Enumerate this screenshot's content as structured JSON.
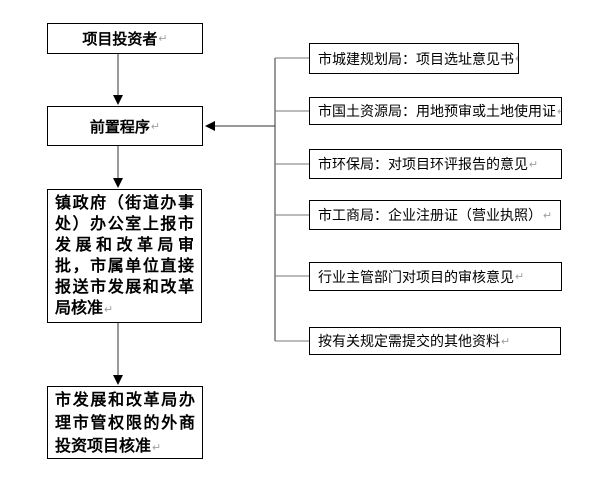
{
  "diagram": {
    "title_none": "",
    "glyphs": {
      "return_mark": "↵"
    },
    "colors": {
      "background": "#ffffff",
      "node_border": "#000000",
      "node_text": "#000000",
      "flow_line": "#333333",
      "stub_line": "#777777",
      "return_mark": "#a0a0a0"
    },
    "left_nodes": [
      {
        "id": "project-investor",
        "text": "项目投资者"
      },
      {
        "id": "pre-procedure",
        "text": "前置程序"
      },
      {
        "id": "town-government-report",
        "text": "镇政府（街道办事处）办公室上报市发展和改革局审批，市属单位直接报送市发展和改革局核准"
      },
      {
        "id": "city-drb-approval",
        "text": "市发展和改革局办理市管权限的外商投资项目核准"
      }
    ],
    "right_nodes": [
      {
        "id": "planning-bureau",
        "text": "市城建规划局：项目选址意见书"
      },
      {
        "id": "land-resources-bureau",
        "text": "市国土资源局：用地预审或土地使用证"
      },
      {
        "id": "environmental-bureau",
        "text": "市环保局：对项目环评报告的意见"
      },
      {
        "id": "industry-commerce-bureau",
        "text": "市工商局：企业注册证（营业执照）"
      },
      {
        "id": "industry-department-opinion",
        "text": "行业主管部门对项目的审核意见"
      },
      {
        "id": "other-materials",
        "text": "按有关规定需提交的其他资料"
      }
    ]
  }
}
